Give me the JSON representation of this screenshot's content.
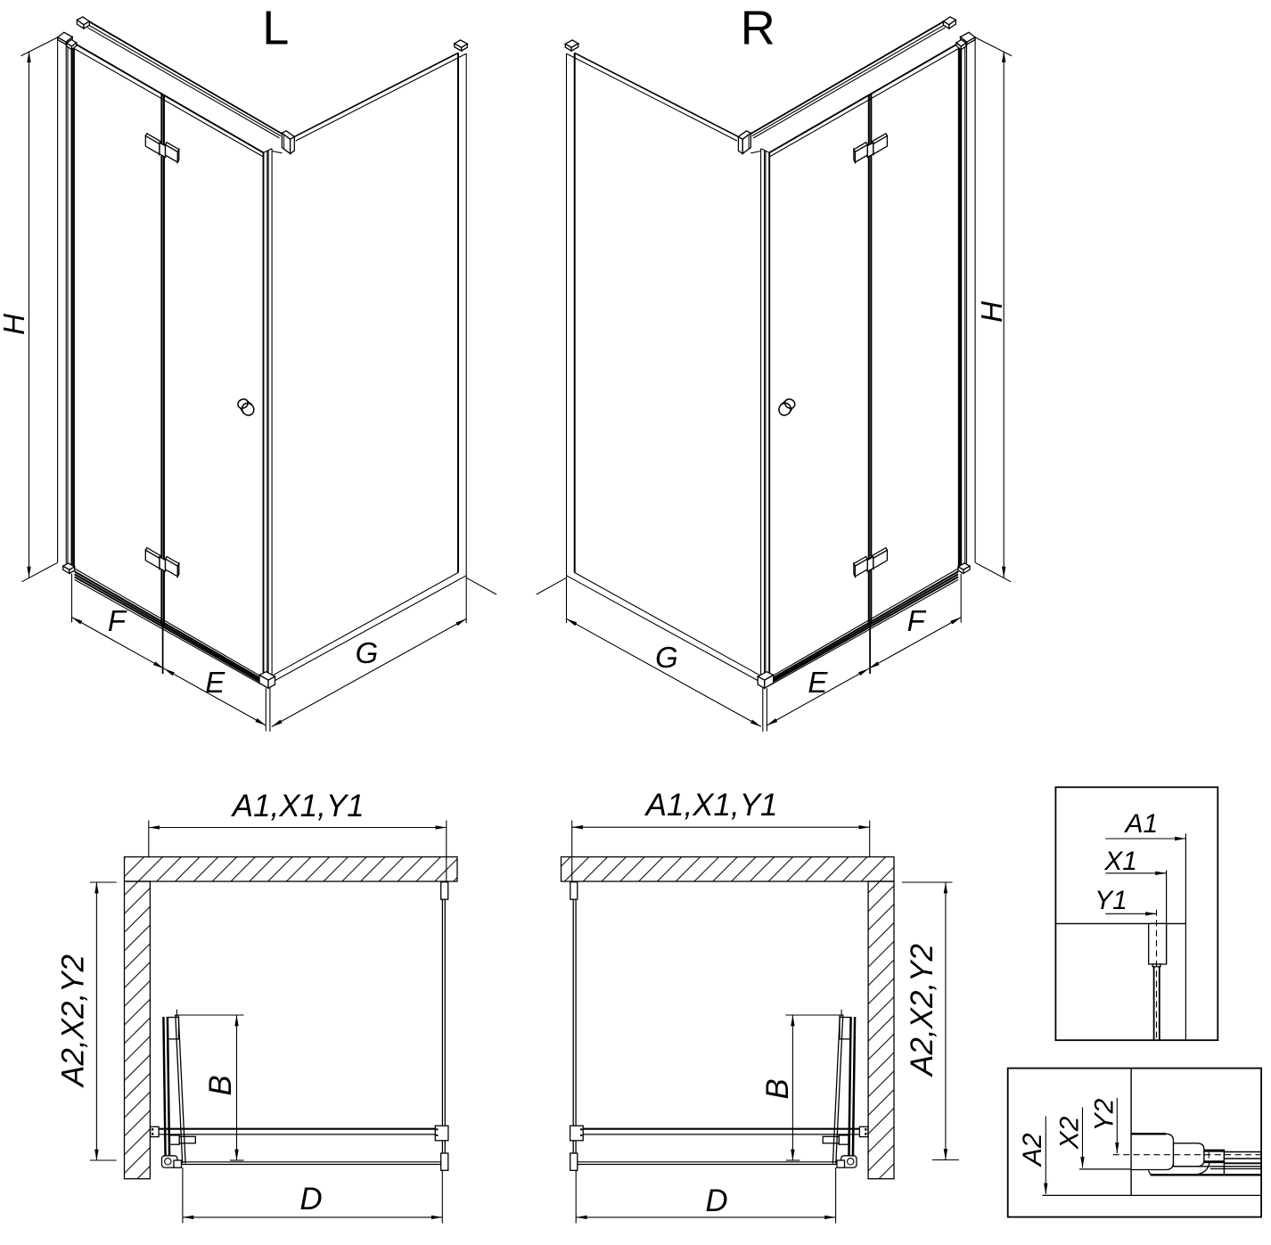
{
  "colors": {
    "ink": "#000000",
    "paper": "#ffffff"
  },
  "iso_left": {
    "title": "L",
    "height": "H",
    "fold_panel": "F",
    "fold_panel_2": "E",
    "side_panel": "G"
  },
  "iso_right": {
    "title": "R",
    "height": "H",
    "fold_panel": "F",
    "fold_panel_2": "E",
    "side_panel": "G"
  },
  "plan_left": {
    "width_top": "A1,X1,Y1",
    "depth_side": "A2,X2,Y2",
    "fold_depth": "B",
    "opening": "D"
  },
  "plan_right": {
    "width_top": "A1,X1,Y1",
    "depth_side": "A2,X2,Y2",
    "fold_depth": "B",
    "opening": "D"
  },
  "detail_top": {
    "a1": "A1",
    "x1": "X1",
    "y1": "Y1"
  },
  "detail_bottom": {
    "a2": "A2",
    "x2": "X2",
    "y2": "Y2"
  }
}
